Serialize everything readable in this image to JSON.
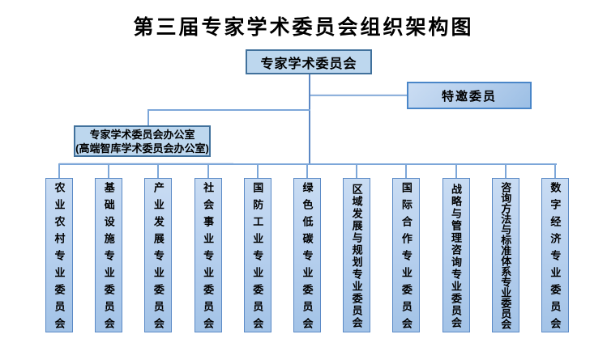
{
  "chart": {
    "title": "第三届专家学术委员会组织架构图",
    "root": {
      "label": "专家学术委员会"
    },
    "special": {
      "label": "特邀委员"
    },
    "office": {
      "line1": "专家学术委员会办公室",
      "line2": "(高端智库学术委员会办公室)"
    },
    "committees": [
      "农业农村专业委员会",
      "基础设施专业委员会",
      "产业发展专业委员会",
      "社会事业专业委员会",
      "国防工业专业委员会",
      "绿色低碳专业委员会",
      "区域发展与规划专业委员会",
      "国际合作专业委员会",
      "战略与管理咨询专业委员会",
      "咨询方法与标准体系专业委员会",
      "数字经济专业委员会"
    ],
    "colors": {
      "node_fill": "#bdd7ee",
      "node_fill_gradient_top": "#c9dcf3",
      "node_fill_gradient_bottom": "#a3c3e7",
      "node_border_dark": "#41719c",
      "node_border_light": "#5b8ac6",
      "connector": "#7da7d9",
      "text": "#000000",
      "background": "#ffffff"
    }
  }
}
